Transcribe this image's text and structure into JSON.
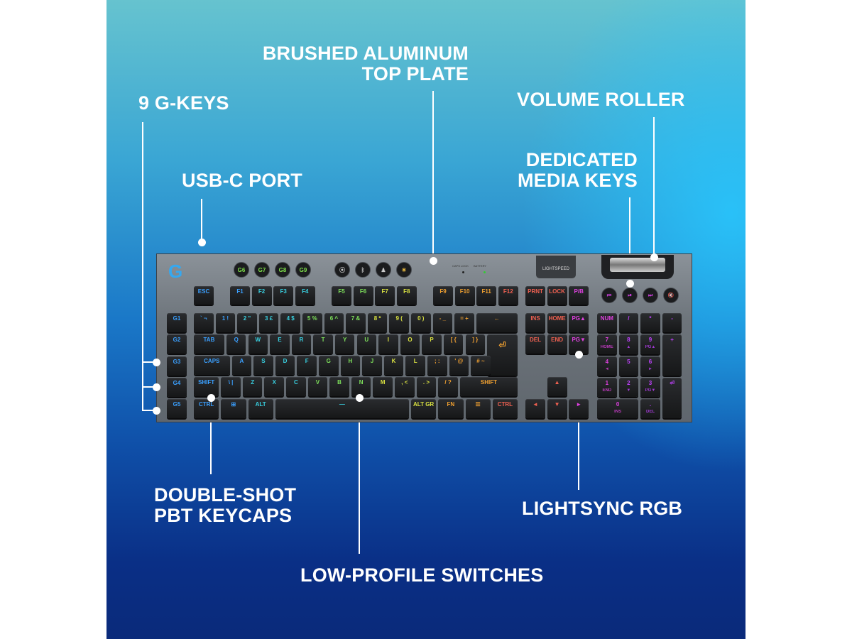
{
  "callouts": {
    "g_keys": "9 G-KEYS",
    "top_plate_line1": "BRUSHED ALUMINUM",
    "top_plate_line2": "TOP PLATE",
    "volume_roller": "VOLUME ROLLER",
    "media_keys_line1": "DEDICATED",
    "media_keys_line2": "MEDIA KEYS",
    "usb_c": "USB-C PORT",
    "keycaps_line1": "DOUBLE-SHOT",
    "keycaps_line2": "PBT KEYCAPS",
    "switches": "LOW-PROFILE SWITCHES",
    "lightsync": "LIGHTSYNC RGB"
  },
  "keyboard": {
    "logo": "G",
    "top_g_keys": [
      "G6",
      "G7",
      "G8",
      "G9"
    ],
    "top_icons": [
      "game-mode-icon",
      "bluetooth-icon",
      "joystick-icon",
      "brightness-icon"
    ],
    "indicators": [
      "CAPS LOCK",
      "BATTERY"
    ],
    "lightspeed": "LIGHTSPEED",
    "media_keys": [
      "⏮",
      "⏯",
      "⏭",
      "🔇"
    ],
    "side_g_keys": [
      "G1",
      "G2",
      "G3",
      "G4",
      "G5"
    ],
    "function_row": [
      "ESC",
      "F1",
      "F2",
      "F3",
      "F4",
      "F5",
      "F6",
      "F7",
      "F8",
      "F9",
      "F10",
      "F11",
      "F12",
      "PRNT",
      "LOCK",
      "P/B"
    ],
    "row1": [
      "` ¬",
      "1 !",
      "2 \"",
      "3 £",
      "4 $",
      "5 %",
      "6 ^",
      "7 &",
      "8 *",
      "9 (",
      "0 )",
      "- _",
      "= +",
      "←"
    ],
    "row2": [
      "TAB",
      "Q",
      "W",
      "E",
      "R",
      "T",
      "Y",
      "U",
      "I",
      "O",
      "P",
      "[ {",
      "] }",
      "⏎"
    ],
    "row3": [
      "CAPS",
      "A",
      "S",
      "D",
      "F",
      "G",
      "H",
      "J",
      "K",
      "L",
      "; :",
      "' @",
      "# ~"
    ],
    "row4": [
      "SHIFT",
      "\\ |",
      "Z",
      "X",
      "C",
      "V",
      "B",
      "N",
      "M",
      ", <",
      ". >",
      "/ ?",
      "SHIFT"
    ],
    "row5": [
      "CTRL",
      "⊞",
      "ALT",
      "—",
      "ALT GR",
      "FN",
      "☰",
      "CTRL"
    ],
    "nav_top": [
      "INS",
      "HOME",
      "PG▲"
    ],
    "nav_bottom": [
      "DEL",
      "END",
      "PG▼"
    ],
    "arrows": [
      "▲",
      "◄",
      "▼",
      "►"
    ],
    "numpad": [
      "NUM",
      "/",
      "*",
      "-",
      "7",
      "8",
      "9",
      "+",
      "4",
      "5",
      "6",
      "1",
      "2",
      "3",
      "⏎",
      "0",
      "."
    ],
    "numpad_sub": {
      "7": "HOME",
      "8": "▲",
      "9": "PG▲",
      "4": "◄",
      "6": "►",
      "1": "END",
      "2": "▼",
      "3": "PG▼",
      "0": "INS",
      ".": "DEL"
    },
    "rgb_colors": [
      "#3aa0ff",
      "#38d0e0",
      "#7de05a",
      "#d8e040",
      "#f0a030",
      "#f06050",
      "#e040e0",
      "#c040ff"
    ]
  }
}
